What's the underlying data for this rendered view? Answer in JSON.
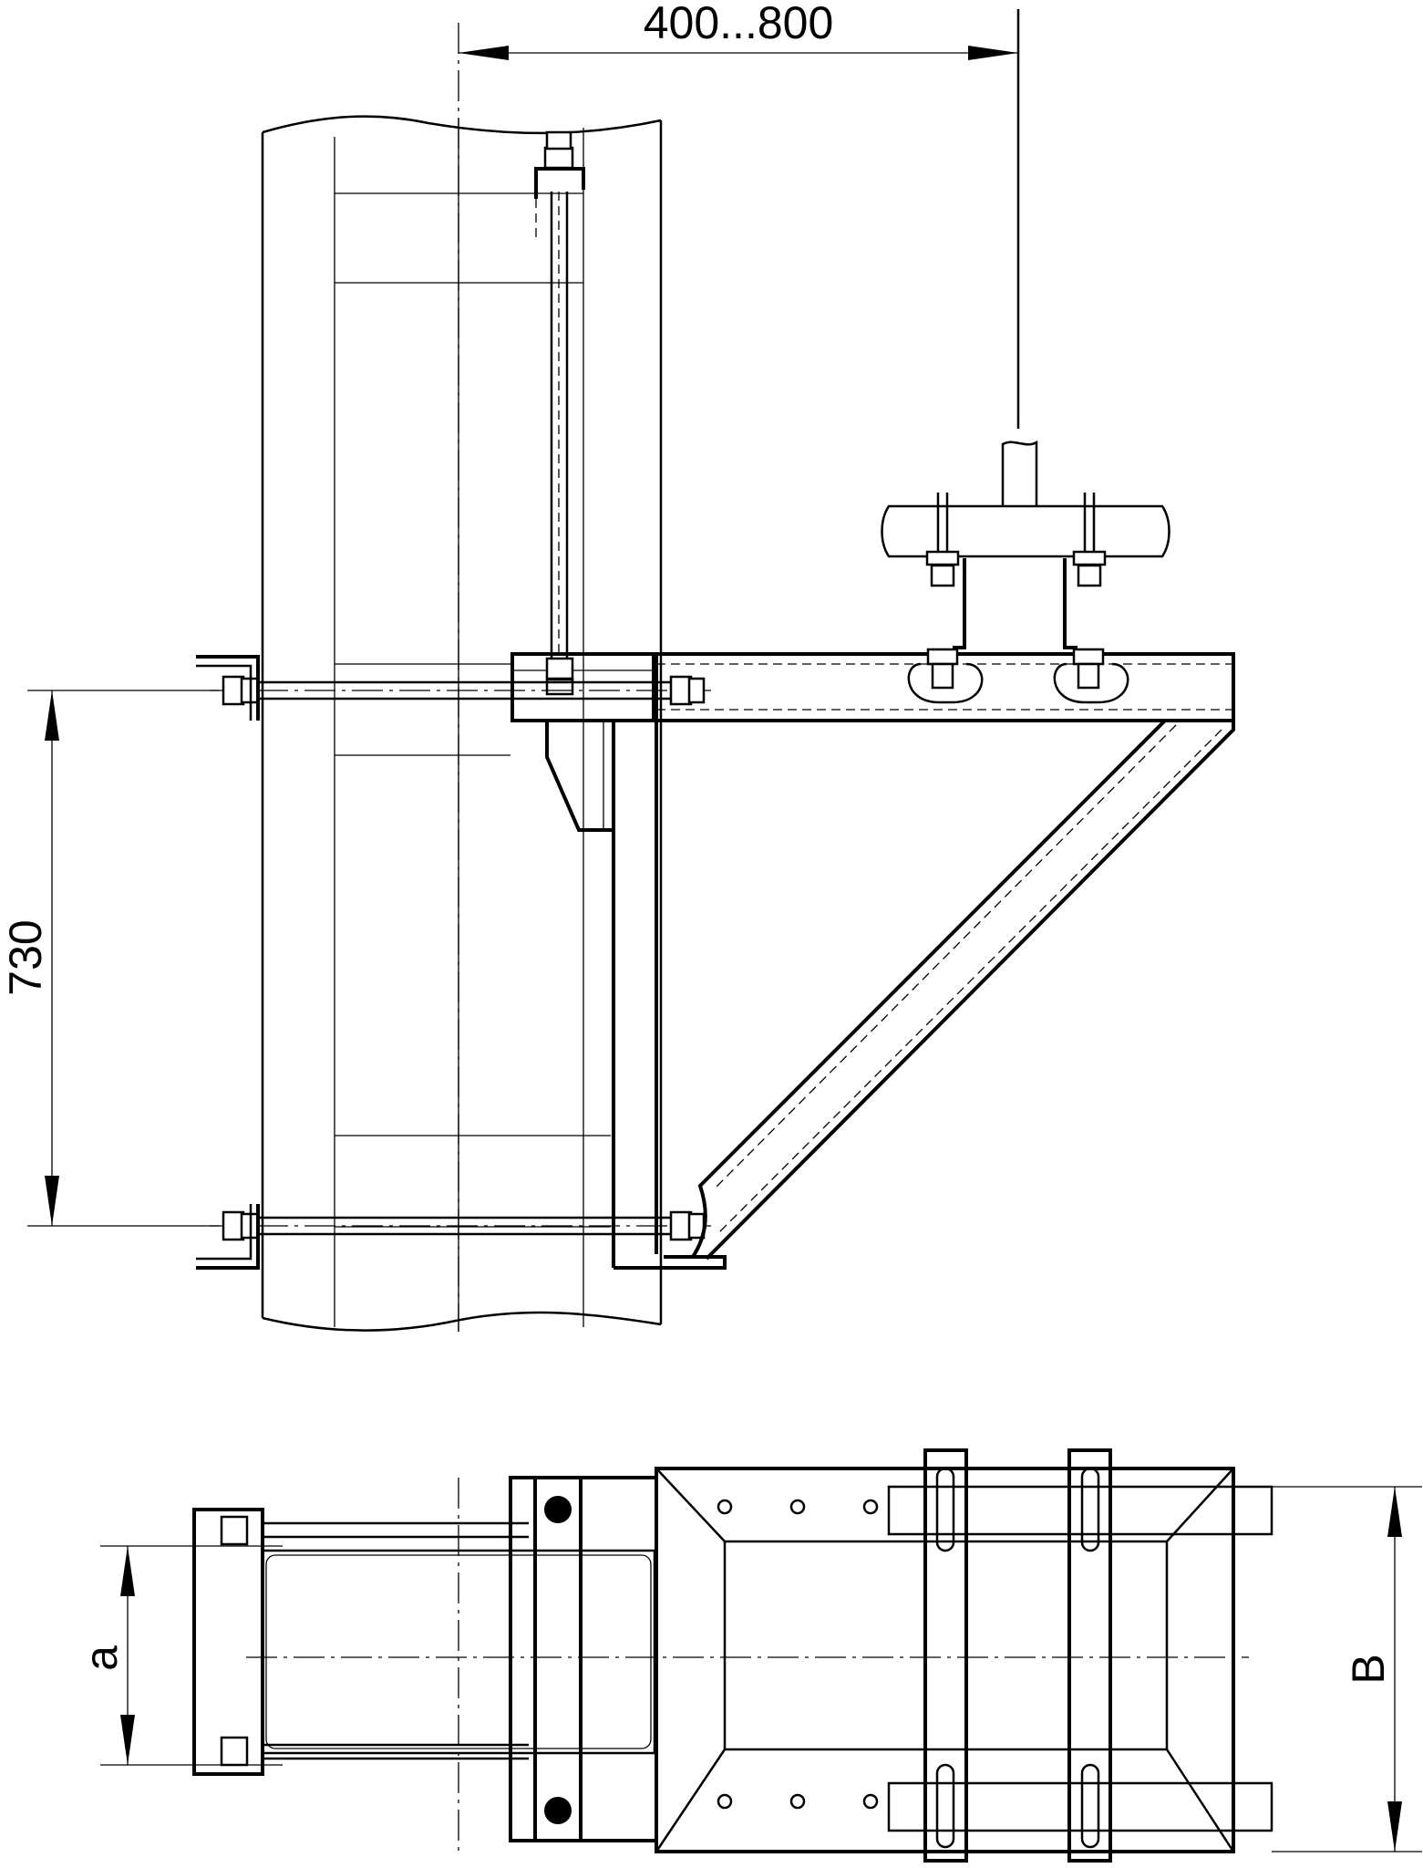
{
  "dimensions": {
    "horizontal_offset": "400...800",
    "vertical_spacing": "730",
    "bolt_spacing_a": "a",
    "width_B": "B"
  }
}
